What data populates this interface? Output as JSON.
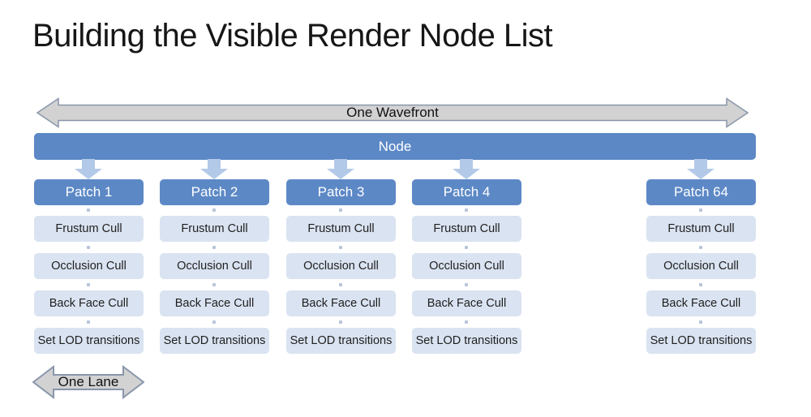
{
  "title": "Building the Visible Render Node List",
  "wavefront": {
    "label": "One Wavefront"
  },
  "node": {
    "label": "Node"
  },
  "lane": {
    "label": "One Lane"
  },
  "patches": [
    "Patch 1",
    "Patch 2",
    "Patch 3",
    "Patch 4",
    "Patch 64"
  ],
  "steps": [
    "Frustum Cull",
    "Occlusion Cull",
    "Back Face Cull",
    "Set LOD transitions"
  ],
  "colors": {
    "node_blue": "#5c88c6",
    "step_fill": "#dae3f1",
    "arrow_blue": "#b3c9e8",
    "gray_arrow_fill": "#d2d2d2",
    "gray_arrow_border": "#8996ab",
    "connector_dot": "#b7c5da",
    "text_dark": "#1f1f1f"
  }
}
